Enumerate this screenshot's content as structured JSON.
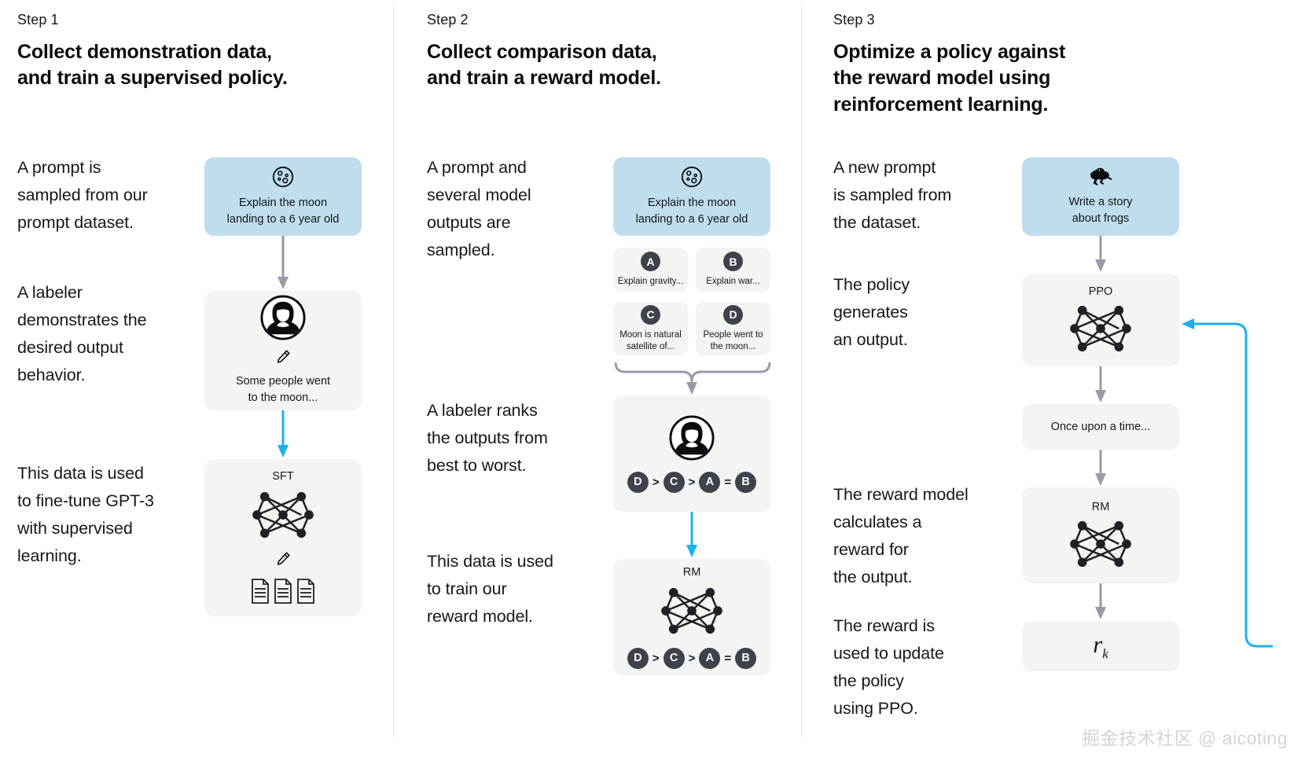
{
  "steps": [
    {
      "label": "Step 1",
      "title": "Collect demonstration data,\nand train a supervised policy.",
      "paragraphs": [
        "A prompt is\nsampled from our\nprompt dataset.",
        "A labeler\ndemonstrates the\ndesired output\nbehavior.",
        "This data is used\nto fine-tune GPT-3\nwith supervised\nlearning."
      ],
      "prompt_card": {
        "icon": "moon-icon",
        "text": "Explain the moon\nlanding to a 6 year old"
      },
      "labeler_card": {
        "icon": "labeler-avatar",
        "text": "Some people went\nto the moon..."
      },
      "model_card": {
        "title": "SFT",
        "icon": "neural-network-icon"
      }
    },
    {
      "label": "Step 2",
      "title": "Collect comparison data,\nand train a reward model.",
      "paragraphs": [
        "A prompt and\nseveral model\noutputs are\nsampled.",
        "A labeler ranks\nthe outputs from\nbest to worst.",
        "This data is used\nto train our\nreward model."
      ],
      "prompt_card": {
        "icon": "moon-icon",
        "text": "Explain the moon\nlanding to a 6 year old"
      },
      "options": [
        {
          "letter": "A",
          "text": "Explain gravity..."
        },
        {
          "letter": "B",
          "text": "Explain war..."
        },
        {
          "letter": "C",
          "text": "Moon is natural\nsatellite of..."
        },
        {
          "letter": "D",
          "text": "People went to\nthe moon..."
        }
      ],
      "ranking": [
        "D",
        ">",
        "C",
        ">",
        "A",
        "=",
        "B"
      ],
      "labeler_card": {
        "icon": "labeler-avatar"
      },
      "model_card": {
        "title": "RM",
        "icon": "neural-network-icon"
      }
    },
    {
      "label": "Step 3",
      "title": "Optimize a policy against\nthe reward model using\nreinforcement learning.",
      "paragraphs": [
        "A new prompt\nis sampled from\nthe dataset.",
        "The policy\ngenerates\nan output.",
        "The reward model\ncalculates a\nreward for\nthe output.",
        "The reward is\nused to update\nthe policy\nusing PPO."
      ],
      "prompt_card": {
        "icon": "frog-icon",
        "text": "Write a story\nabout frogs"
      },
      "policy_card": {
        "title": "PPO",
        "icon": "neural-network-icon"
      },
      "output_card": {
        "text": "Once upon a time..."
      },
      "reward_model_card": {
        "title": "RM",
        "icon": "neural-network-icon"
      },
      "reward_card": {
        "symbol": "r",
        "subscript": "k"
      }
    }
  ],
  "watermark": "掘金技术社区 @ aicoting",
  "colors": {
    "prompt_blue": "#bfdded",
    "card_grey": "#f4f4f3",
    "arrow_grey": "#9a9aa8",
    "arrow_cyan": "#1bb0ee",
    "chip_dark": "#3d424b"
  }
}
